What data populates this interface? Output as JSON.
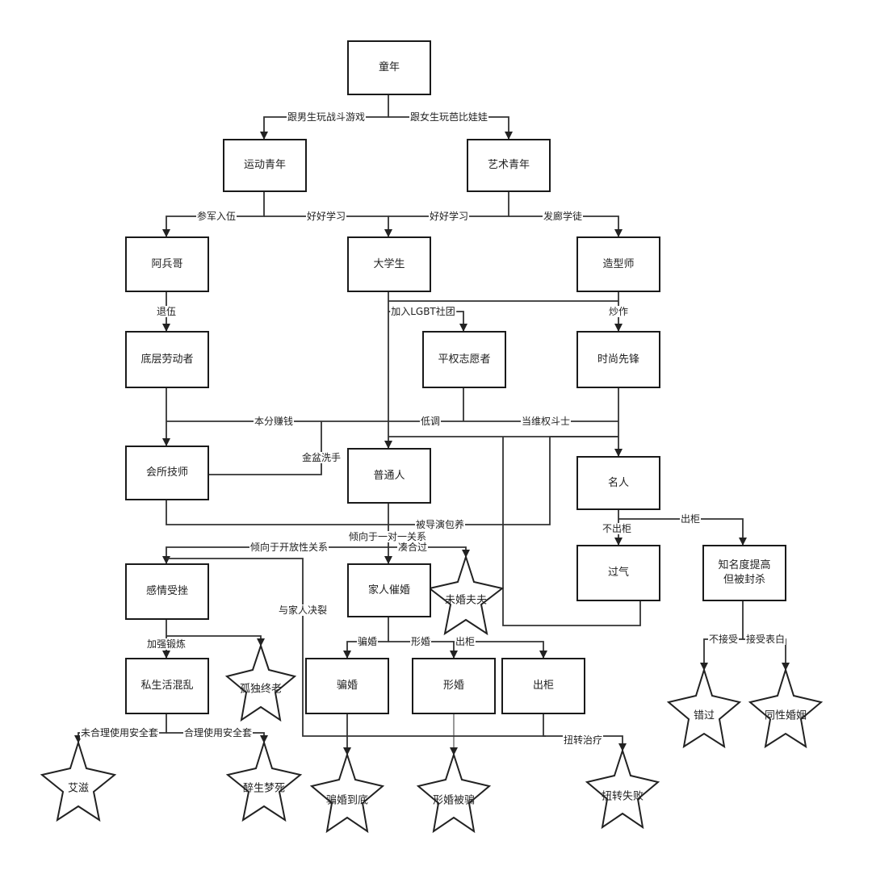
{
  "nodes": {
    "childhood": "童年",
    "sports_youth": "运动青年",
    "art_youth": "艺术青年",
    "soldier": "阿兵哥",
    "college": "大学生",
    "stylist": "造型师",
    "laborer": "底层劳动者",
    "volunteer": "平权志愿者",
    "fashion": "时尚先锋",
    "club_tech": "会所技师",
    "ordinary": "普通人",
    "celebrity": "名人",
    "faded": "过气",
    "famous_banned": "知名度提高\n但被封杀",
    "heartbroken": "感情受挫",
    "promiscuous": "私生活混乱",
    "family_marry": "家人催婚",
    "fraud_marry": "骗婚",
    "form_marry": "形婚",
    "come_out": "出柜"
  },
  "endings": {
    "unmarried_couple": "未婚夫夫",
    "alone": "孤独终老",
    "aids": "艾滋",
    "drunk_life": "醉生梦死",
    "fraud_end": "骗婚到底",
    "form_exposed": "形婚被骗",
    "conversion_fail": "扭转失败",
    "missed": "错过",
    "same_sex_marriage": "同性婚姻"
  },
  "edges": {
    "play_fight": "跟男生玩战斗游戏",
    "play_doll": "跟女生玩芭比娃娃",
    "enlist": "参军入伍",
    "study1": "好好学习",
    "study2": "好好学习",
    "salon": "发廊学徒",
    "retire": "退伍",
    "join_lgbt": "加入LGBT社团",
    "hype": "炒作",
    "earn": "本分赚钱",
    "low_key": "低调",
    "activist": "当维权斗士",
    "quit": "金盆洗手",
    "kept": "被导演包养",
    "monogamy": "倾向于一对一关系",
    "open": "倾向于开放性关系",
    "make_do": "凑合过",
    "no_come_out": "不出柜",
    "come_out_edge": "出柜",
    "family_break": "与家人决裂",
    "exercise": "加强锻炼",
    "fraud_edge": "骗婚",
    "form_edge": "形婚",
    "come_out_edge2": "出柜",
    "not_accept": "不接受",
    "accept": "接受表白",
    "no_condom": "未合理使用安全套",
    "condom": "合理使用安全套",
    "conversion": "扭转治疗"
  }
}
